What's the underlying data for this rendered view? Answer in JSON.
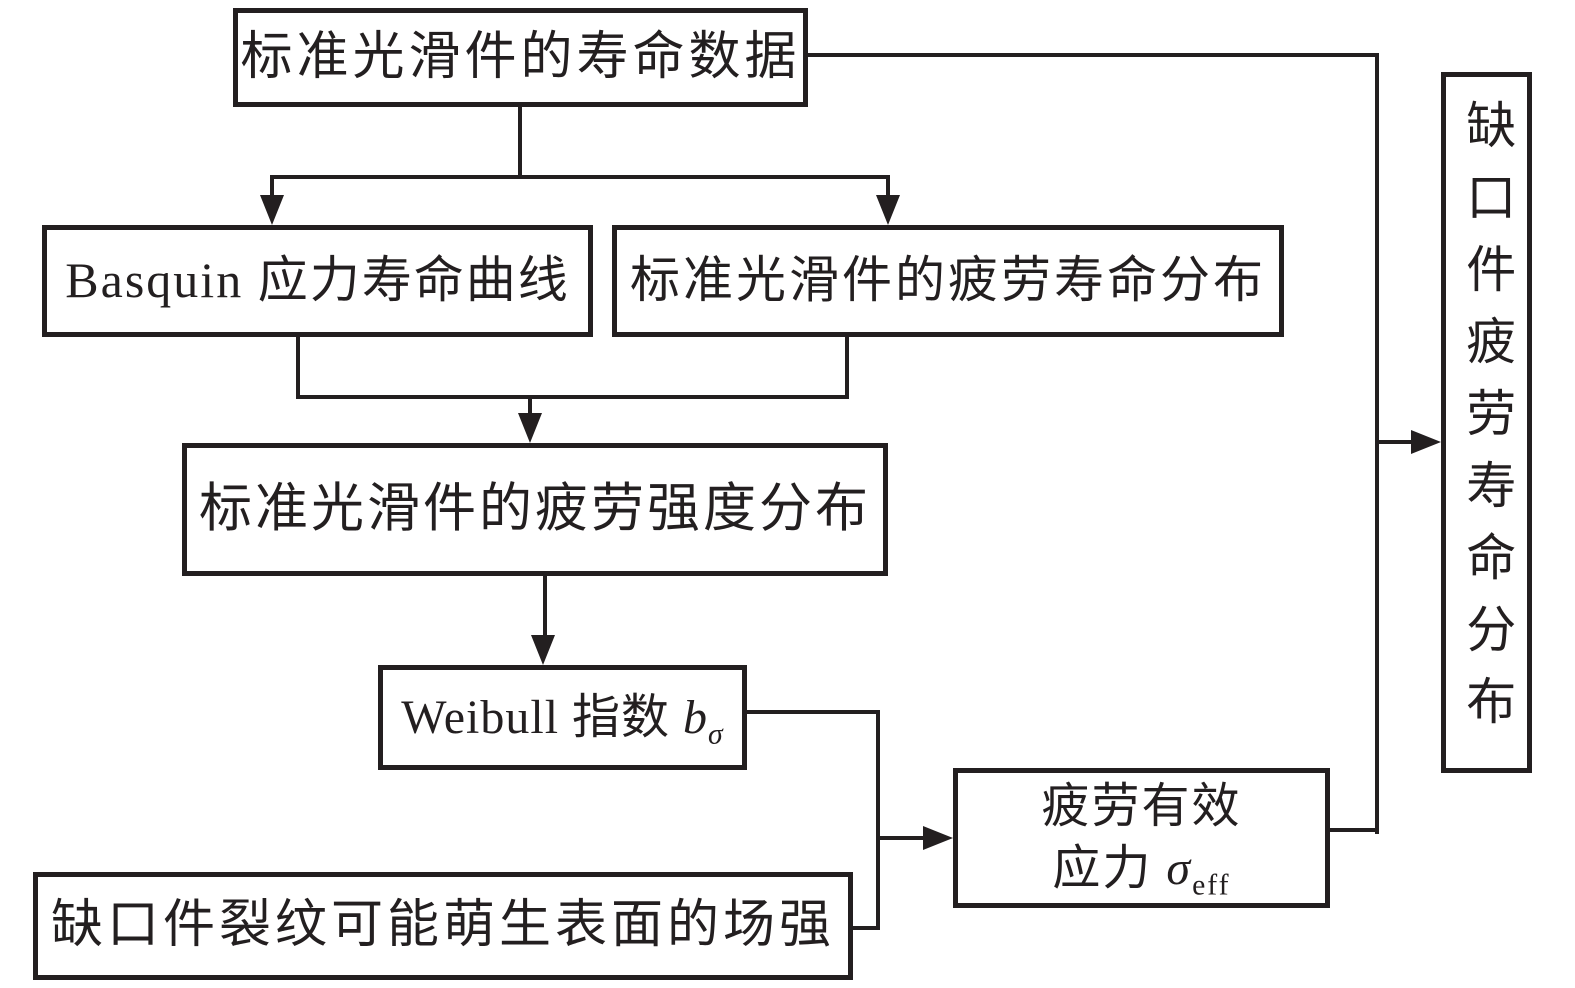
{
  "page": {
    "background_color": "#ffffff",
    "line_color": "#231f20"
  },
  "nodes": {
    "life_data": {
      "label": "标准光滑件的寿命数据"
    },
    "basquin": {
      "label": "Basquin 应力寿命曲线"
    },
    "life_dist": {
      "label": "标准光滑件的疲劳寿命分布"
    },
    "strength_dist": {
      "label": "标准光滑件的疲劳强度分布"
    },
    "weibull": {
      "prefix": "Weibull 指数 ",
      "symbol": "b",
      "subscript": "σ"
    },
    "notch_field": {
      "label": "缺口件裂纹可能萌生表面的场强"
    },
    "eff_stress": {
      "line1": "疲劳有效",
      "line2_prefix": "应力 ",
      "symbol": "σ",
      "subscript": "eff"
    },
    "result": {
      "label": "缺口件疲劳寿命分布"
    }
  },
  "edges": [
    {
      "from": "life_data",
      "to": "basquin"
    },
    {
      "from": "life_data",
      "to": "life_dist"
    },
    {
      "from": "basquin",
      "to": "strength_dist"
    },
    {
      "from": "life_dist",
      "to": "strength_dist"
    },
    {
      "from": "strength_dist",
      "to": "weibull"
    },
    {
      "from": "weibull",
      "to": "eff_stress"
    },
    {
      "from": "notch_field",
      "to": "eff_stress"
    },
    {
      "from": "life_data",
      "to": "result"
    },
    {
      "from": "eff_stress",
      "to": "result"
    }
  ]
}
